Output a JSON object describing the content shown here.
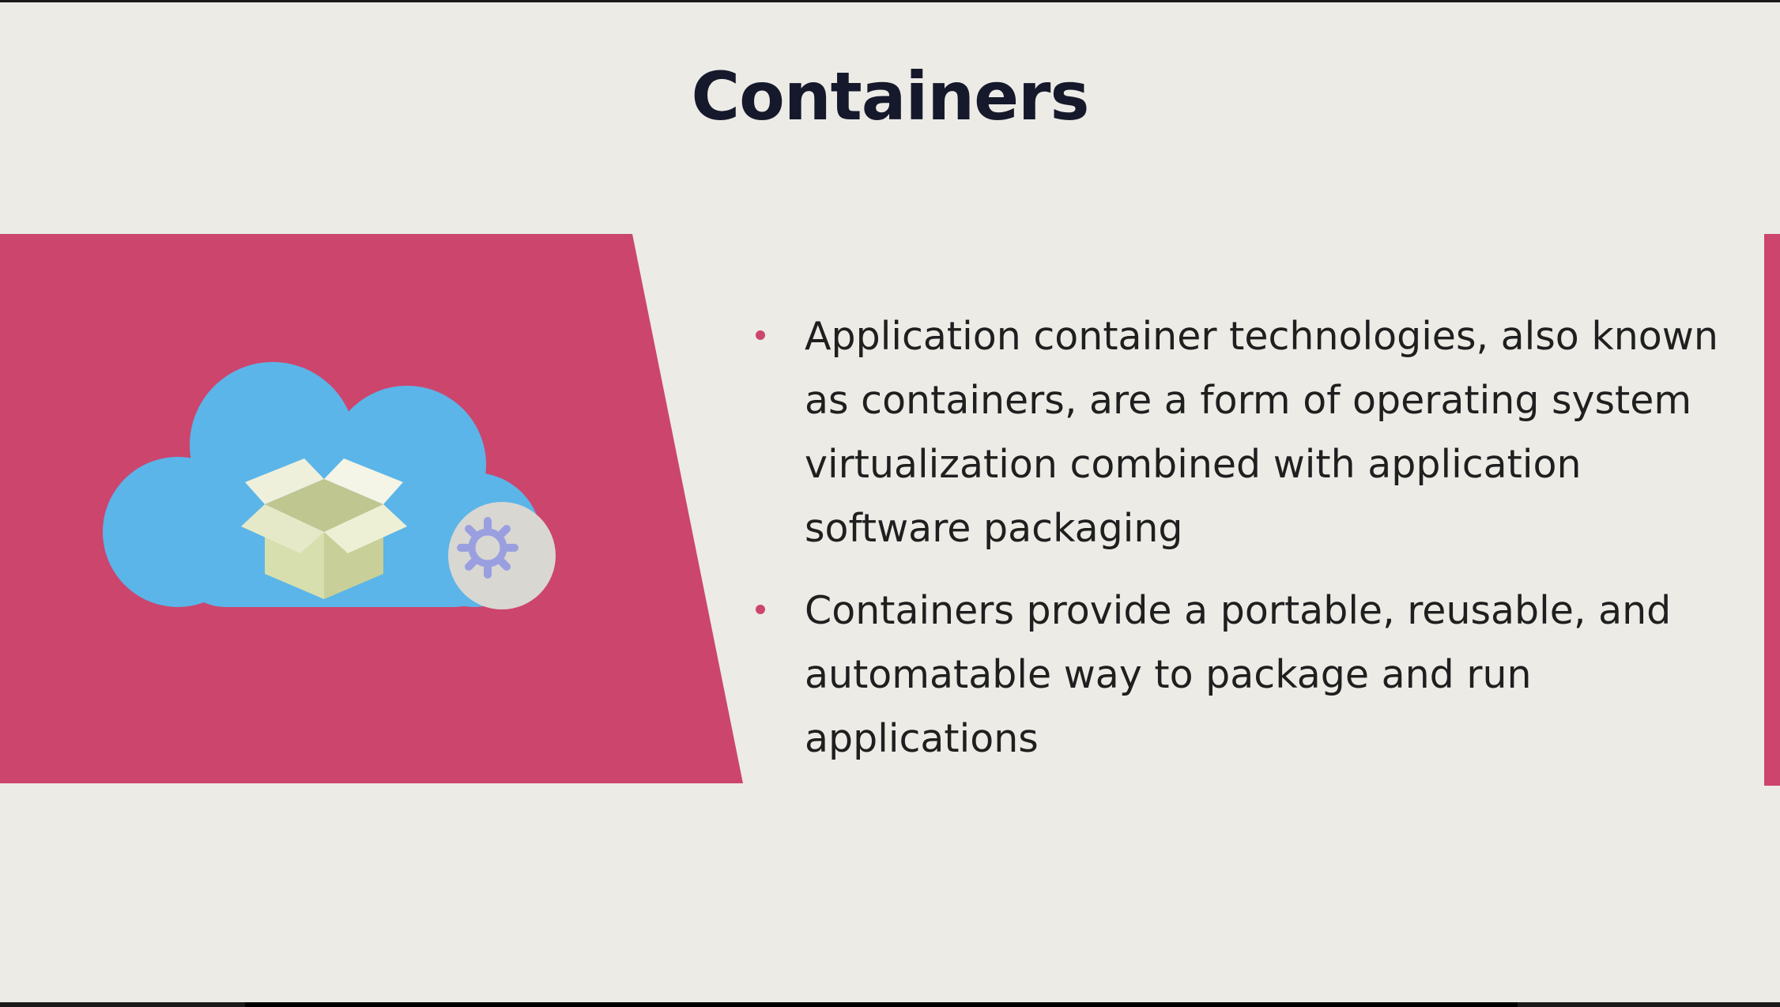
{
  "slide": {
    "title": "Containers",
    "bullets": [
      "Application container technologies, also known as containers, are a form of operating system virtualization combined with application software packaging",
      "Containers provide a portable, reusable, and automatable way to package and run applications"
    ]
  },
  "colors": {
    "background": "#ecebe6",
    "accent_pink": "#cc456d",
    "cloud_blue": "#5bb5e8",
    "box_green": "#d8dfae",
    "title_dark": "#15192b"
  },
  "icons": [
    "cloud-icon",
    "open-box-icon",
    "gear-icon"
  ]
}
